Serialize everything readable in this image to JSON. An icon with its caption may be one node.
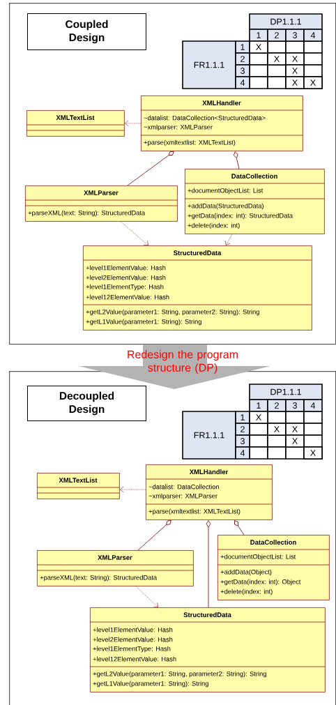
{
  "diagram": {
    "nodes": [
      {
        "text": [],
        "shape": "box"
      },
      {
        "text": [
          "Coupled Design"
        ],
        "in": 0
      },
      {
        "text": [
          "XMLTextList"
        ],
        "in": 0
      },
      {
        "text": [
          "XMLHandler",
          "~datalist: DataCollection<StructuredData>",
          "~xmlparser: XMLParser",
          "+parse(xmltextlist: XMLTextList)"
        ],
        "in": 0
      },
      {
        "text": [
          "XMLParser",
          "+parseXML(text: String): StructuredData"
        ],
        "in": 0
      },
      {
        "text": [
          "DataCollection",
          "+documentObjectList: List",
          "+addData(StructuredData)",
          "+getData(index: int): StructuredData",
          "+delete(index: int)"
        ],
        "in": 0
      },
      {
        "text": [
          "StructuredData",
          "+level1ElementValue: Hash",
          "+level2ElementValue: Hash",
          "+level1ElementType: Hash",
          "+level12ElementValue: Hash",
          "+getL2Value(parameter1: String, parameter2: String): String",
          "+getL1Value(parameter1: String): String"
        ],
        "in": 0
      },
      {
        "text": [],
        "shape": "box"
      },
      {
        "text": [
          "Decoupled Design"
        ],
        "in": 7
      },
      {
        "text": [
          "XMLTextList"
        ],
        "in": 7
      },
      {
        "text": [
          "XMLHandler",
          "~datalist: DataCollection",
          "~xmlparser: XMLParser",
          "+parse(xmltextlist: XMLTextList)"
        ],
        "in": 7
      },
      {
        "text": [
          "XMLParser",
          "+parseXML(text: String): StructuredData"
        ],
        "in": 7
      },
      {
        "text": [
          "DataCollection",
          "+documentObjectList: List",
          "+addData(Object)",
          "+getData(index: int): Object",
          "+delete(index: int)"
        ],
        "in": 7
      },
      {
        "text": [
          "StructuredData",
          "+level1ElementValue: Hash",
          "+level2ElementValue: Hash",
          "+level1ElementType: Hash",
          "+level12ElementValue: Hash",
          "+getL2Value(parameter1: String, parameter2: String): String",
          "+getL1Value(parameter1: String): String"
        ],
        "in": 7
      }
    ],
    "edges": [
      {
        "from": 3,
        "to": 2,
        "arrow": "to",
        "style": "dashed"
      },
      {
        "from": 3,
        "to": 4,
        "arrow": "other"
      },
      {
        "from": 3,
        "to": 5,
        "arrow": "other"
      },
      {
        "from": 4,
        "to": 6,
        "arrow": "to",
        "style": "dashed"
      },
      {
        "from": 5,
        "to": 6,
        "arrow": "to",
        "style": "dashed"
      },
      {
        "from": 0,
        "to": 7,
        "arrow": "to",
        "label": "Redesign the program structure (DP)",
        "style": "thick",
        "color": "#b3b3b3"
      },
      {
        "from": 10,
        "to": 9,
        "arrow": "to",
        "style": "dashed"
      },
      {
        "from": 10,
        "to": 11,
        "arrow": "other"
      },
      {
        "from": 10,
        "to": 13,
        "arrow": "other"
      },
      {
        "from": 10,
        "to": 12,
        "arrow": "other"
      },
      {
        "from": 11,
        "to": 13,
        "arrow": "to",
        "style": "dashed"
      }
    ],
    "labels": [
      "DP1.1.1",
      "1",
      "2",
      "3",
      "4",
      "FR1.1.1",
      "1",
      "X",
      "2",
      "X",
      "X",
      "3",
      "X",
      "4",
      "X",
      "X",
      "DP1.1.1",
      "1",
      "2",
      "3",
      "4",
      "FR1.1.1",
      "1",
      "X",
      "2",
      "X",
      "X",
      "3",
      "X",
      "4",
      "X"
    ]
  }
}
